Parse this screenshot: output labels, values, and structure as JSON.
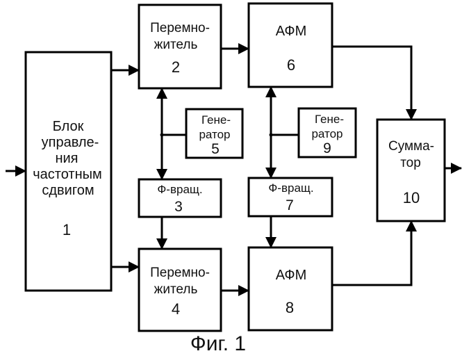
{
  "figure_caption": "Фиг. 1",
  "blocks": {
    "b1": {
      "lines": [
        "Блок",
        "управле-",
        "ния",
        "частотным",
        "сдвигом"
      ],
      "number": "1"
    },
    "b2": {
      "lines": [
        "Перемно-",
        "житель"
      ],
      "number": "2"
    },
    "b3": {
      "lines": [
        "Ф-вращ."
      ],
      "number": "3"
    },
    "b4": {
      "lines": [
        "Перемно-",
        "житель"
      ],
      "number": "4"
    },
    "b5": {
      "lines": [
        "Гене-",
        "ратор"
      ],
      "number": "5"
    },
    "b6": {
      "lines": [
        "АФМ"
      ],
      "number": "6"
    },
    "b7": {
      "lines": [
        "Ф-вращ."
      ],
      "number": "7"
    },
    "b8": {
      "lines": [
        "АФМ"
      ],
      "number": "8"
    },
    "b9": {
      "lines": [
        "Гене-",
        "ратор"
      ],
      "number": "9"
    },
    "b10": {
      "lines": [
        "Сумма-",
        "тор"
      ],
      "number": "10"
    }
  },
  "connections": [
    {
      "from": "input",
      "to": "b1"
    },
    {
      "from": "b1",
      "to": "b2"
    },
    {
      "from": "b1",
      "to": "b4"
    },
    {
      "from": "b2",
      "to": "b6"
    },
    {
      "from": "b4",
      "to": "b8"
    },
    {
      "from": "b5",
      "to": "b2"
    },
    {
      "from": "b5",
      "to": "b3"
    },
    {
      "from": "b3",
      "to": "b4"
    },
    {
      "from": "b9",
      "to": "b6"
    },
    {
      "from": "b9",
      "to": "b7"
    },
    {
      "from": "b7",
      "to": "b8"
    },
    {
      "from": "b6",
      "to": "b10"
    },
    {
      "from": "b8",
      "to": "b10"
    },
    {
      "from": "b10",
      "to": "output"
    }
  ]
}
